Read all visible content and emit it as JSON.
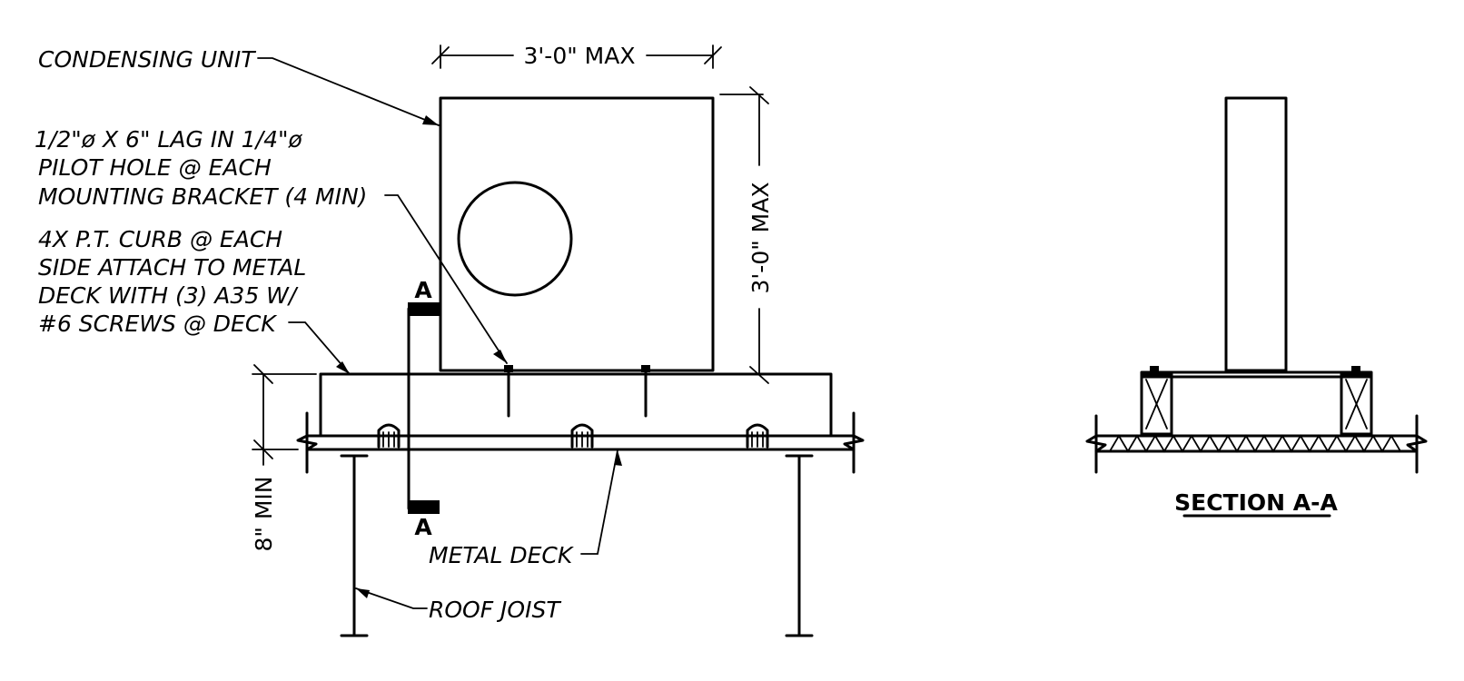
{
  "labels": {
    "condensing_unit": "CONDENSING UNIT",
    "lag_note": [
      "1/2\"ø X 6\" LAG IN 1/4\"ø",
      "PILOT HOLE @ EACH",
      "MOUNTING BRACKET (4 MIN)"
    ],
    "curb_note": [
      "4X P.T. CURB @ EACH",
      "SIDE ATTACH TO METAL",
      "DECK WITH (3) A35 W/",
      "#6 SCREWS @ DECK"
    ],
    "metal_deck": "METAL DECK",
    "roof_joist": "ROOF JOIST",
    "section_marker": "A",
    "section_title": "SECTION A-A"
  },
  "dimensions": {
    "unit_width": "3'-0\" MAX",
    "unit_height": "3'-0\" MAX",
    "curb_height": "8\" MIN"
  }
}
